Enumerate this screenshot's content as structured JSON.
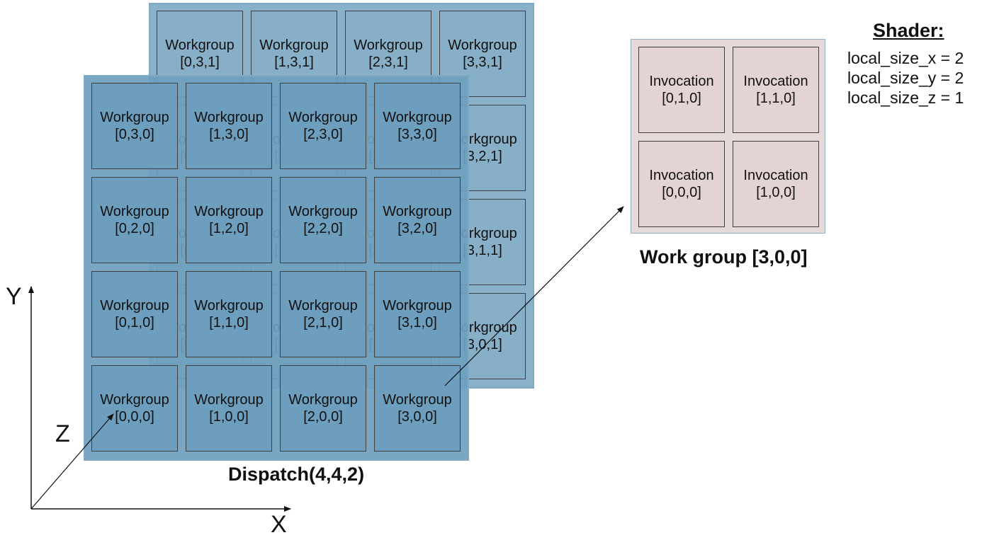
{
  "dispatch": {
    "caption": "Dispatch(4,4,2)",
    "back_layer": [
      {
        "l1": "Workgroup",
        "l2": "[0,3,1]"
      },
      {
        "l1": "Workgroup",
        "l2": "[1,3,1]"
      },
      {
        "l1": "Workgroup",
        "l2": "[2,3,1]"
      },
      {
        "l1": "Workgroup",
        "l2": "[3,3,1]"
      },
      {
        "l1": "Workgroup",
        "l2": "[0,2,1]"
      },
      {
        "l1": "Workgroup",
        "l2": "[1,2,1]"
      },
      {
        "l1": "Workgroup",
        "l2": "[2,2,1]"
      },
      {
        "l1": "Workgroup",
        "l2": "[3,2,1]"
      },
      {
        "l1": "Workgroup",
        "l2": "[0,1,1]"
      },
      {
        "l1": "Workgroup",
        "l2": "[1,1,1]"
      },
      {
        "l1": "Workgroup",
        "l2": "[2,1,1]"
      },
      {
        "l1": "Workgroup",
        "l2": "[3,1,1]"
      },
      {
        "l1": "Workgroup",
        "l2": "[0,0,1]"
      },
      {
        "l1": "Workgroup",
        "l2": "[1,0,1]"
      },
      {
        "l1": "Workgroup",
        "l2": "[2,0,1]"
      },
      {
        "l1": "Workgroup",
        "l2": "[3,0,1]"
      }
    ],
    "front_layer": [
      {
        "l1": "Workgroup",
        "l2": "[0,3,0]"
      },
      {
        "l1": "Workgroup",
        "l2": "[1,3,0]"
      },
      {
        "l1": "Workgroup",
        "l2": "[2,3,0]"
      },
      {
        "l1": "Workgroup",
        "l2": "[3,3,0]"
      },
      {
        "l1": "Workgroup",
        "l2": "[0,2,0]"
      },
      {
        "l1": "Workgroup",
        "l2": "[1,2,0]"
      },
      {
        "l1": "Workgroup",
        "l2": "[2,2,0]"
      },
      {
        "l1": "Workgroup",
        "l2": "[3,2,0]"
      },
      {
        "l1": "Workgroup",
        "l2": "[0,1,0]"
      },
      {
        "l1": "Workgroup",
        "l2": "[1,1,0]"
      },
      {
        "l1": "Workgroup",
        "l2": "[2,1,0]"
      },
      {
        "l1": "Workgroup",
        "l2": "[3,1,0]"
      },
      {
        "l1": "Workgroup",
        "l2": "[0,0,0]"
      },
      {
        "l1": "Workgroup",
        "l2": "[1,0,0]"
      },
      {
        "l1": "Workgroup",
        "l2": "[2,0,0]"
      },
      {
        "l1": "Workgroup",
        "l2": "[3,0,0]"
      }
    ]
  },
  "workgroup": {
    "caption": "Work group [3,0,0]",
    "invocations": [
      {
        "l1": "Invocation",
        "l2": "[0,1,0]"
      },
      {
        "l1": "Invocation",
        "l2": "[1,1,0]"
      },
      {
        "l1": "Invocation",
        "l2": "[0,0,0]"
      },
      {
        "l1": "Invocation",
        "l2": "[1,0,0]"
      }
    ]
  },
  "shader": {
    "title": "Shader:",
    "lines": [
      "local_size_x = 2",
      "local_size_y = 2",
      "local_size_z = 1"
    ]
  },
  "axes": {
    "x": "X",
    "y": "Y",
    "z": "Z"
  },
  "colors": {
    "back_layer": "#8ab1ca",
    "front_layer": "#6d9ebd",
    "invocation": "#e3d4d3"
  }
}
